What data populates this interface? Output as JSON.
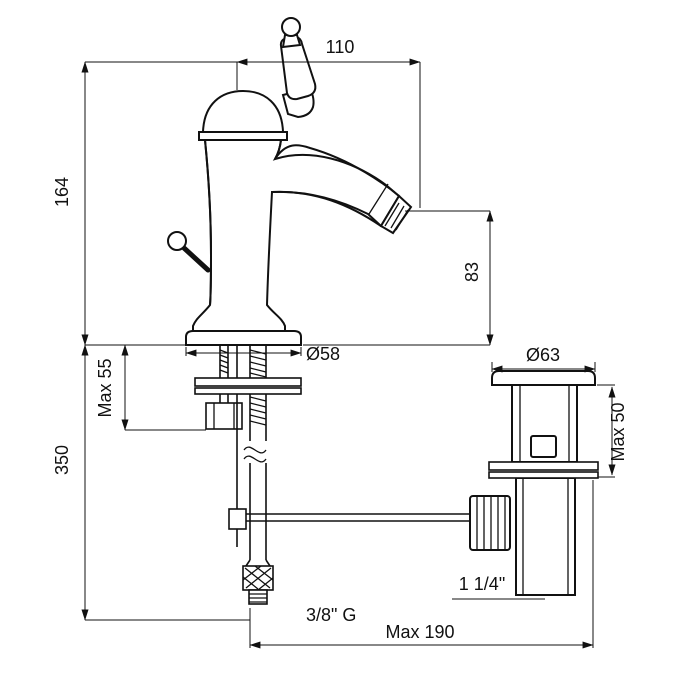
{
  "page": {
    "type": "technical-drawing",
    "subject": "single-lever basin mixer faucet with pop-up waste, dimensioned",
    "background": "#ffffff",
    "line_color": "#111111"
  },
  "labels": {
    "spout_reach": "110",
    "height_to_spout": "164",
    "outlet_height": "83",
    "base_diameter": "Ø58",
    "max_deck_thickness": "Max 55",
    "total_depth": "350",
    "waste_flange_diameter": "Ø63",
    "waste_max_depth": "Max 50",
    "waste_thread_size": "1 1/4\"",
    "hose_thread_size": "3/8\" G",
    "max_overall_width": "Max 190"
  }
}
